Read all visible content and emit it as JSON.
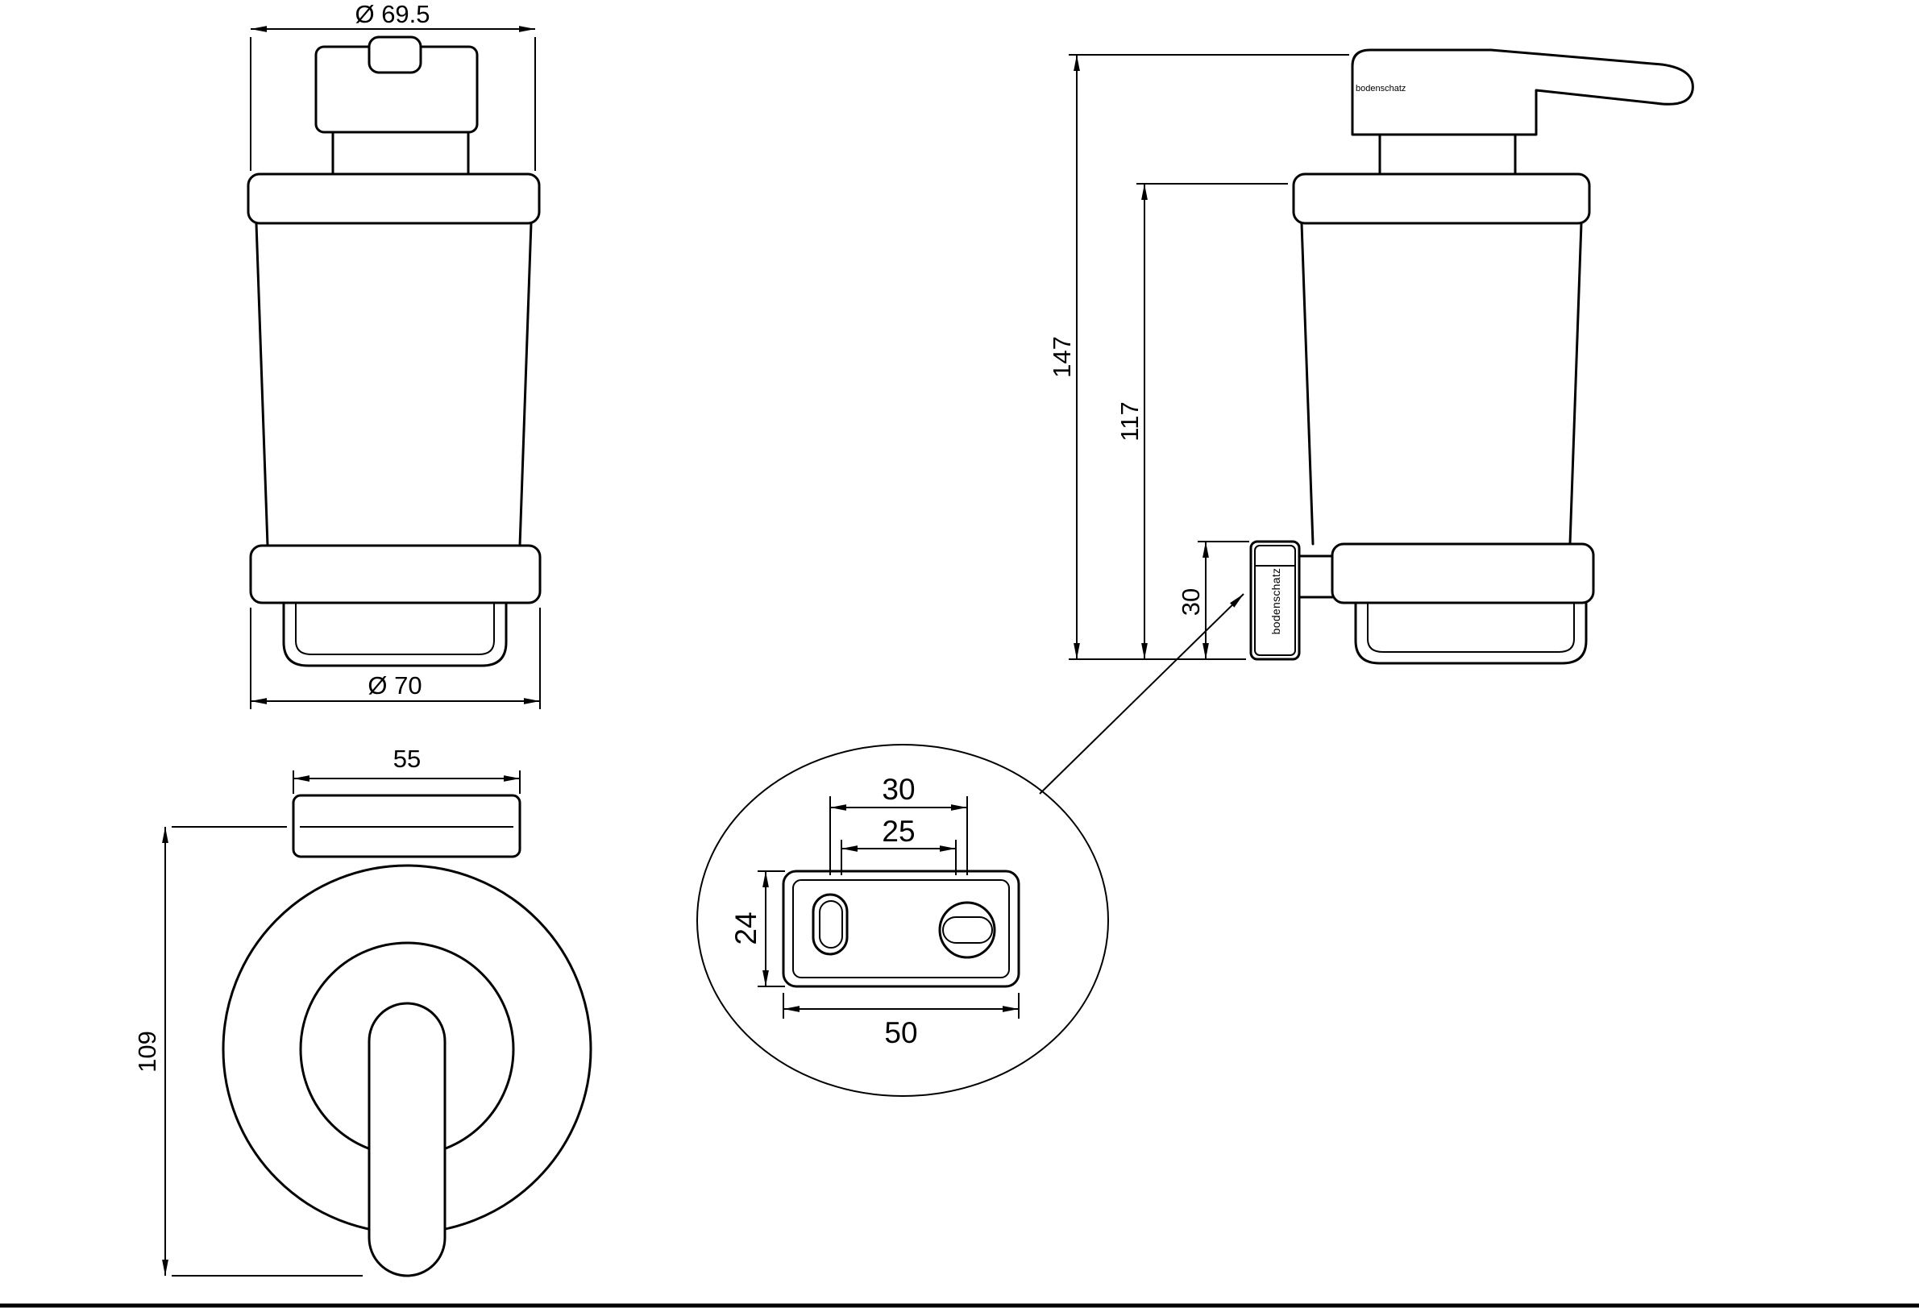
{
  "page": {
    "background": "#ffffff",
    "line_color": "#000000"
  },
  "drawing": {
    "brand": "bodenschatz",
    "front_view": {
      "dim_top_diameter": "Ø  69.5",
      "dim_bottom_diameter": "Ø  70"
    },
    "side_view": {
      "dim_total_height": "147",
      "dim_glass_height": "117",
      "dim_mount_height": "30",
      "logo_text": "bodenschatz",
      "plate_label": "bodenschatz"
    },
    "top_view": {
      "dim_plate_width": "55",
      "dim_depth": "109"
    },
    "detail_view": {
      "dim_hole_spacing": "30",
      "dim_slot_spacing": "25",
      "dim_plate_height": "24",
      "dim_plate_length": "50"
    }
  }
}
